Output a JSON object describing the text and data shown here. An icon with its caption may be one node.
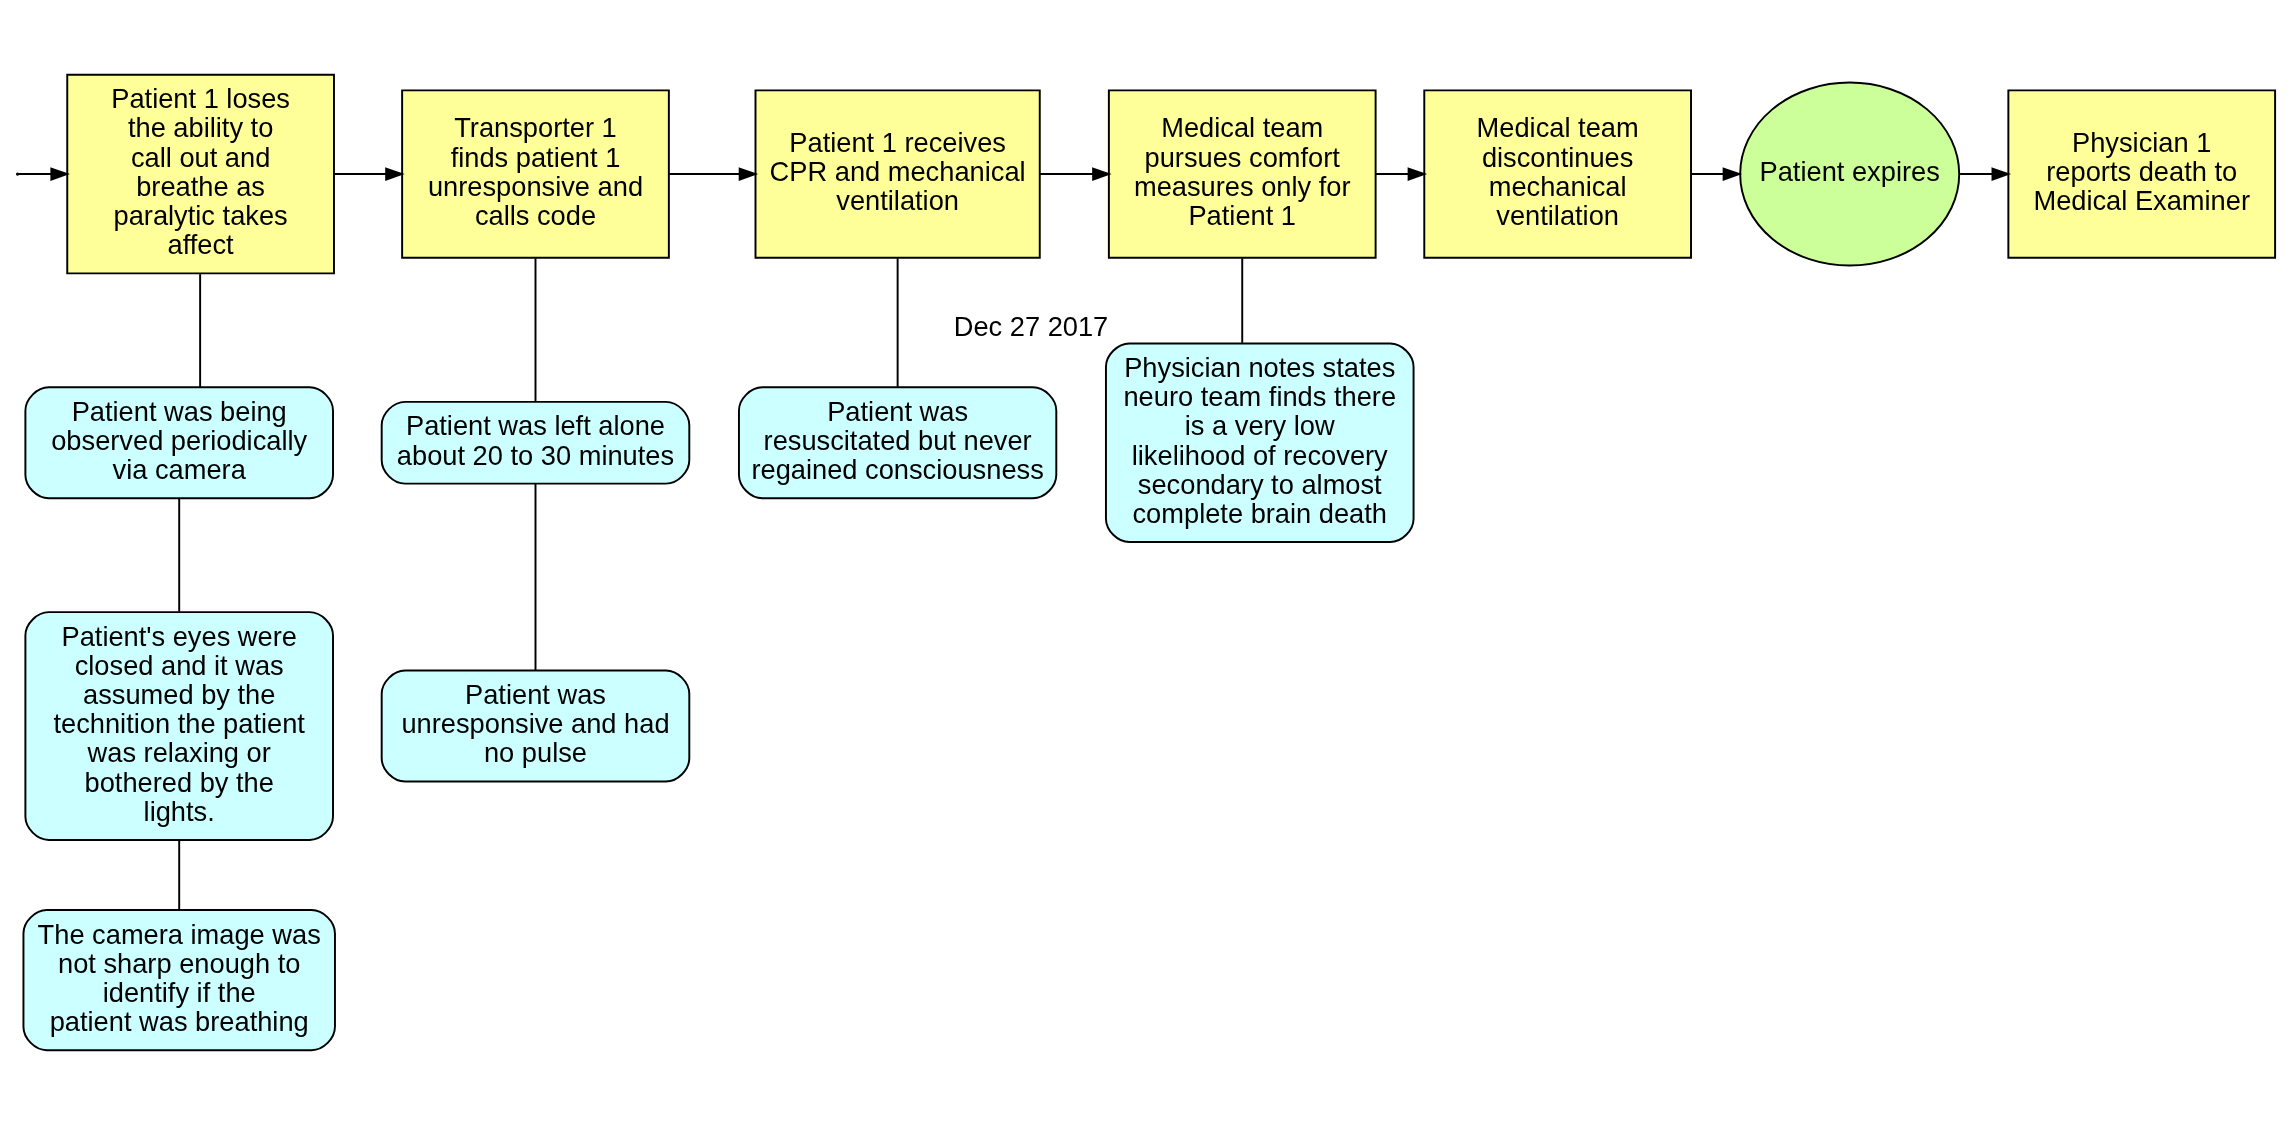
{
  "diagram": {
    "nodes": [
      {
        "text": [
          "Patient 1 loses the ability to call out and breathe as paralytic takes affect"
        ]
      },
      {
        "text": [
          "Transporter 1 finds patient 1 unresponsive and calls code"
        ]
      },
      {
        "text": [
          "Patient 1 receives CPR and mechanical ventilation"
        ]
      },
      {
        "text": [
          "Medical team pursues comfort measures only for Patient 1"
        ]
      },
      {
        "text": [
          "Medical team discontinues mechanical ventilation"
        ]
      },
      {
        "text": [
          "Patient expires"
        ]
      },
      {
        "text": [
          "Physician 1 reports death to Medical Examiner"
        ]
      },
      {
        "text": [
          "Patient was being observed periodically via camera"
        ]
      },
      {
        "text": [
          "Patient's eyes were closed and it was assumed by the technition the patient was relaxing or bothered by the lights."
        ]
      },
      {
        "text": [
          "The camera image was not sharp enough to identify if the patient was breathing"
        ]
      },
      {
        "text": [
          "Patient was left alone about 20 to 30 minutes"
        ]
      },
      {
        "text": [
          "Patient was unresponsive and had no pulse"
        ]
      },
      {
        "text": [
          "Patient was resuscitated but never regained consciousness"
        ]
      },
      {
        "text": [
          "Physician notes states neuro team finds there is a very low likelihood of recovery secondary to almost complete brain death"
        ],
        "beside": [
          "Dec 27 2017"
        ]
      }
    ],
    "edges": [
      {
        "from": null,
        "to": 0,
        "arrow": "to"
      },
      {
        "from": 0,
        "to": 1,
        "arrow": "to"
      },
      {
        "from": 1,
        "to": 2,
        "arrow": "to"
      },
      {
        "from": 2,
        "to": 3,
        "arrow": "to"
      },
      {
        "from": 3,
        "to": 4,
        "arrow": "to"
      },
      {
        "from": 4,
        "to": 5,
        "arrow": "to"
      },
      {
        "from": 5,
        "to": 6,
        "arrow": "to"
      },
      {
        "from": 0,
        "to": 7,
        "arrow": "none"
      },
      {
        "from": 7,
        "to": 8,
        "arrow": "none"
      },
      {
        "from": 8,
        "to": 9,
        "arrow": "none"
      },
      {
        "from": 1,
        "to": 10,
        "arrow": "none"
      },
      {
        "from": 10,
        "to": 11,
        "arrow": "none"
      },
      {
        "from": 2,
        "to": 12,
        "arrow": "none"
      },
      {
        "from": 3,
        "to": 13,
        "arrow": "none"
      }
    ]
  }
}
